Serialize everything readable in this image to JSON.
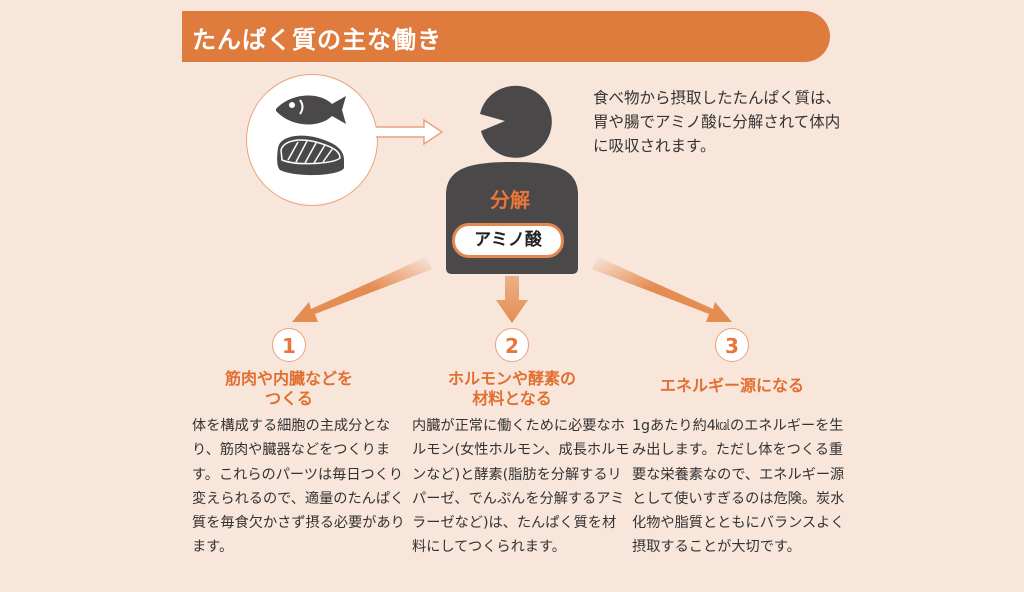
{
  "header": {
    "title": "たんぱく質の主な働き"
  },
  "intro_text": "食べ物から摂取したたんぱく質は、胃や腸でアミノ酸に分解されて体内に吸収されます。",
  "icons": {
    "food": [
      "fish-icon",
      "steak-icon"
    ],
    "person": "person-eating-icon"
  },
  "process": {
    "label": "分解",
    "result": "アミノ酸"
  },
  "colors": {
    "accent": "#df7b3d",
    "background": "#f8e6db",
    "figure": "#4a4848",
    "arrow": "#e58c52"
  },
  "items": [
    {
      "number": "1",
      "title": "筋肉や内臓などを\nつくる",
      "body": "体を構成する細胞の主成分となり、筋肉や臓器などをつくります。これらのパーツは毎日つくり変えられるので、適量のたんぱく質を毎食欠かさず摂る必要があります。"
    },
    {
      "number": "2",
      "title": "ホルモンや酵素の\n材料となる",
      "body": "内臓が正常に働くために必要なホルモン(女性ホルモン、成長ホルモンなど)と酵素(脂肪を分解するリパーゼ、でんぷんを分解するアミラーゼなど)は、たんぱく質を材料にしてつくられます。"
    },
    {
      "number": "3",
      "title": "エネルギー源になる",
      "body": "1gあたり約4㎉のエネルギーを生み出します。ただし体をつくる重要な栄養素なので、エネルギー源として使いすぎるのは危険。炭水化物や脂質とともにバランスよく摂取することが大切です。"
    }
  ]
}
